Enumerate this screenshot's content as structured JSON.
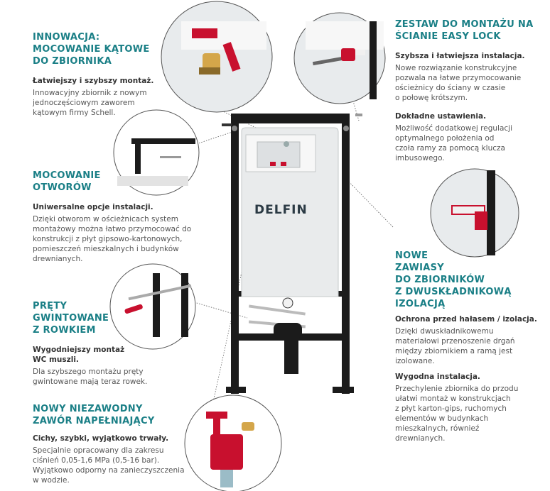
{
  "sections": {
    "corner": {
      "title_lines": [
        "INNOWACJA:",
        "MOCOWANIE KĄTOWE",
        "DO ZBIORNIKA"
      ],
      "subtitle": "Łatwiejszy i szybszy montaż.",
      "desc_lines": [
        "Innowacyjny zbiornik z nowym",
        "jednoczęściowym zaworem",
        "kątowym firmy Schell."
      ]
    },
    "holes": {
      "title_lines": [
        "MOCOWANIE",
        "OTWORÓW"
      ],
      "subtitle": "Uniwersalne opcje instalacji.",
      "desc_lines": [
        "Dzięki otworom w ościeżnicach system",
        "montażowy można łatwo przymocować do",
        "konstrukcji z płyt gipsowo-kartonowych,",
        "pomieszczeń mieszkalnych i budynków",
        "drewnianych."
      ]
    },
    "rods": {
      "title_lines": [
        "PRĘTY",
        "GWINTOWANE",
        "Z ROWKIEM"
      ],
      "subtitle_lines": [
        "Wygodniejszy montaż",
        "WC muszli."
      ],
      "desc_lines": [
        "Dla szybszego montażu pręty",
        "gwintowane mają teraz rowek."
      ]
    },
    "valve": {
      "title_lines": [
        "NOWY NIEZAWODNY",
        "ZAWÓR NAPEŁNIAJĄCY"
      ],
      "subtitle": "Cichy, szybki, wyjątkowo trwały.",
      "desc_lines": [
        "Specjalnie opracowany dla zakresu",
        "ciśnień 0,05-1,6 MPa (0,5-16 bar).",
        "Wyjątkowo odporny na zanieczyszczenia",
        "w wodzie."
      ]
    },
    "easylock": {
      "title_lines": [
        "ZESTAW DO MONTAŻU NA",
        "ŚCIANIE EASY LOCK"
      ],
      "subtitle": "Szybsza i łatwiejsza instalacja.",
      "desc_lines": [
        "Nowe rozwiązanie konstrukcyjne",
        "pozwala na łatwe przymocowanie",
        "ościeżnicy do ściany w czasie",
        "o połowę krótszym."
      ],
      "subtitle2": "Dokładne ustawienia.",
      "desc2_lines": [
        "Możliwość dodatkowej regulacji",
        "optymalnego położenia od",
        "czoła ramy za pomocą klucza",
        "imbusowego."
      ]
    },
    "hinges": {
      "title_lines": [
        "NOWE",
        "ZAWIASY",
        "DO ZBIORNIKÓW",
        "Z DWUSKŁADNIKOWĄ",
        "IZOLACJĄ"
      ],
      "subtitle": "Ochrona przed hałasem / izolacja.",
      "desc_lines": [
        "Dzięki dwuskładnikowemu",
        "materiałowi przenoszenie drgań",
        "między zbiornikiem a ramą jest",
        "izolowane."
      ],
      "subtitle2": "Wygodna instalacja.",
      "desc2_lines": [
        "Przechylenie zbiornika do przodu",
        "ułatwi montaż w konstrukcjach",
        "z płyt karton-gips, ruchomych",
        "elementów w budynkach",
        "mieszkalnych, równieź",
        "drewnianych."
      ]
    }
  },
  "product": {
    "brand": "ELFIN",
    "brand_initial": "D"
  },
  "colors": {
    "accent": "#1a7f86",
    "frame": "#1b1b1b",
    "highlight": "#c8102e",
    "tank": "#e9ebec"
  }
}
